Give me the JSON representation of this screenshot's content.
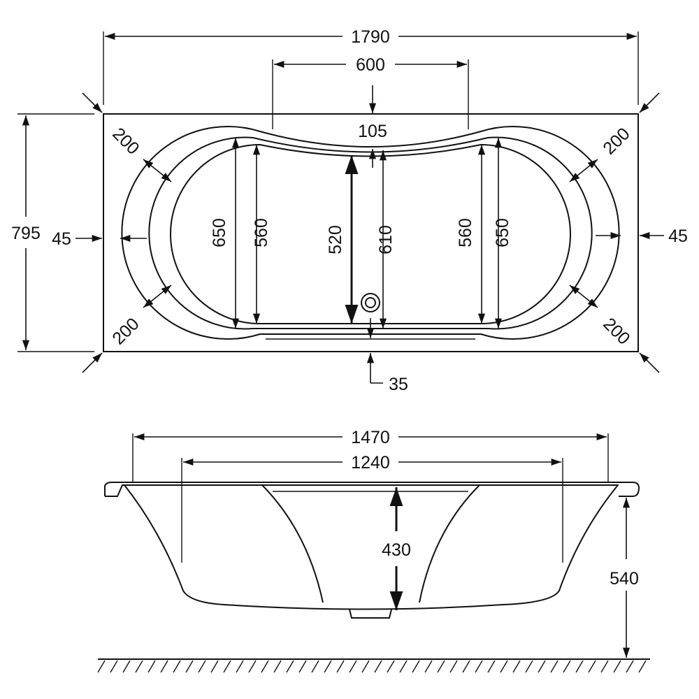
{
  "top_view": {
    "overall_length": "1790",
    "center_width": "600",
    "top_offset": "105",
    "corner_radius_tl": "200",
    "corner_radius_tr": "200",
    "corner_radius_bl": "200",
    "corner_radius_br": "200",
    "overall_width": "795",
    "rim_left": "45",
    "rim_right": "45",
    "left_outer_width": "650",
    "left_inner_width": "560",
    "center_inner_width": "520",
    "center_outer_width": "610",
    "right_inner_width": "560",
    "right_outer_width": "650",
    "bottom_offset": "35"
  },
  "side_view": {
    "top_length": "1470",
    "bottom_length": "1240",
    "depth": "430",
    "height": "540"
  }
}
